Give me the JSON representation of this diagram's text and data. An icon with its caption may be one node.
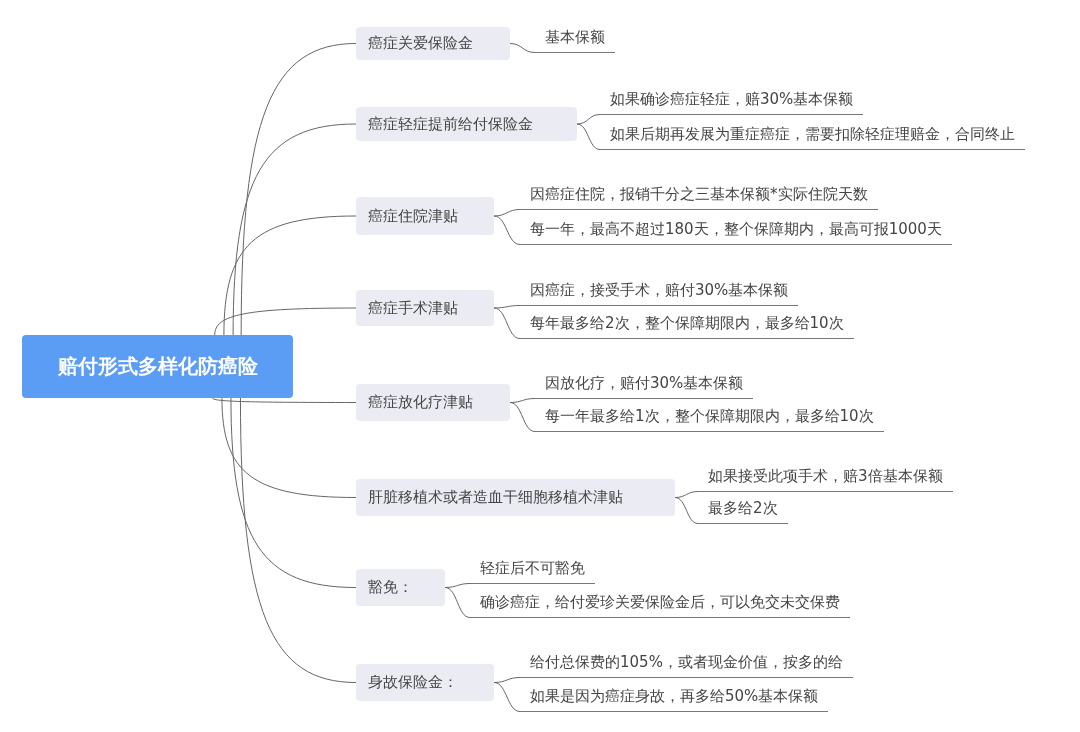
{
  "diagram": {
    "nodes": [
      {
        "text": [
          "赔付形式多样化防癌险"
        ]
      },
      {
        "text": [
          "癌症关爱保险金"
        ]
      },
      {
        "text": [
          "基本保额"
        ]
      },
      {
        "text": [
          "癌症轻症提前给付保险金"
        ]
      },
      {
        "text": [
          "如果确诊癌症轻症，赔30%基本保额"
        ]
      },
      {
        "text": [
          "如果后期再发展为重症癌症，需要扣除轻症理赔金，合同终止"
        ]
      },
      {
        "text": [
          "癌症住院津贴"
        ]
      },
      {
        "text": [
          "因癌症住院，报销千分之三基本保额*实际住院天数"
        ]
      },
      {
        "text": [
          "每一年，最高不超过180天，整个保障期内，最高可报1000天"
        ]
      },
      {
        "text": [
          "癌症手术津贴"
        ]
      },
      {
        "text": [
          "因癌症，接受手术，赔付30%基本保额"
        ]
      },
      {
        "text": [
          "每年最多给2次，整个保障期限内，最多给10次"
        ]
      },
      {
        "text": [
          "癌症放化疗津贴"
        ]
      },
      {
        "text": [
          "因放化疗，赔付30%基本保额"
        ]
      },
      {
        "text": [
          "每一年最多给1次，整个保障期限内，最多给10次"
        ]
      },
      {
        "text": [
          "肝脏移植术或者造血干细胞移植术津贴"
        ]
      },
      {
        "text": [
          "如果接受此项手术，赔3倍基本保额"
        ]
      },
      {
        "text": [
          "最多给2次"
        ]
      },
      {
        "text": [
          "豁免："
        ]
      },
      {
        "text": [
          "轻症后不可豁免"
        ]
      },
      {
        "text": [
          "确诊癌症，给付爱珍关爱保险金后，可以免交未交保费"
        ]
      },
      {
        "text": [
          "身故保险金："
        ]
      },
      {
        "text": [
          "给付总保费的105%，或者现金价值，按多的给"
        ]
      },
      {
        "text": [
          "如果是因为癌症身故，再多给50%基本保额"
        ]
      }
    ],
    "edges": [
      {
        "from": 0,
        "to": 1,
        "arrow": "none"
      },
      {
        "from": 1,
        "to": 2,
        "arrow": "none"
      },
      {
        "from": 0,
        "to": 3,
        "arrow": "none"
      },
      {
        "from": 3,
        "to": 4,
        "arrow": "none"
      },
      {
        "from": 3,
        "to": 5,
        "arrow": "none"
      },
      {
        "from": 0,
        "to": 6,
        "arrow": "none"
      },
      {
        "from": 6,
        "to": 7,
        "arrow": "none"
      },
      {
        "from": 6,
        "to": 8,
        "arrow": "none"
      },
      {
        "from": 0,
        "to": 9,
        "arrow": "none"
      },
      {
        "from": 9,
        "to": 10,
        "arrow": "none"
      },
      {
        "from": 9,
        "to": 11,
        "arrow": "none"
      },
      {
        "from": 0,
        "to": 12,
        "arrow": "none"
      },
      {
        "from": 12,
        "to": 13,
        "arrow": "none"
      },
      {
        "from": 12,
        "to": 14,
        "arrow": "none"
      },
      {
        "from": 0,
        "to": 15,
        "arrow": "none"
      },
      {
        "from": 15,
        "to": 16,
        "arrow": "none"
      },
      {
        "from": 15,
        "to": 17,
        "arrow": "none"
      },
      {
        "from": 0,
        "to": 18,
        "arrow": "none"
      },
      {
        "from": 18,
        "to": 19,
        "arrow": "none"
      },
      {
        "from": 18,
        "to": 20,
        "arrow": "none"
      },
      {
        "from": 0,
        "to": 21,
        "arrow": "none"
      },
      {
        "from": 21,
        "to": 22,
        "arrow": "none"
      },
      {
        "from": 21,
        "to": 23,
        "arrow": "none"
      }
    ]
  }
}
